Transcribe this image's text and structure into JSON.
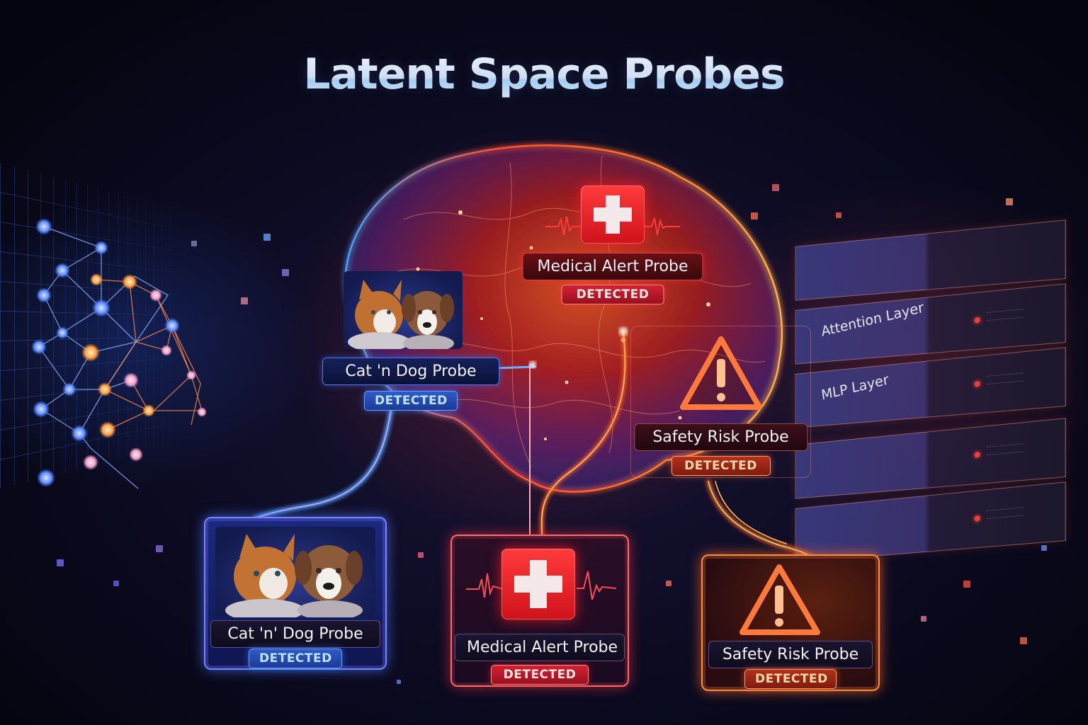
{
  "title": "Latent Space Probes",
  "colors": {
    "background": "#0c0b22",
    "title_gradient_top": "#f4f6fb",
    "title_gradient_accent": "#a9d2f2",
    "blue_accent": "#4f78ee",
    "red_accent": "#e8202e",
    "orange_accent": "#ff6a28"
  },
  "layer_stack": {
    "layers": [
      {
        "label": ""
      },
      {
        "label": "Attention Layer"
      },
      {
        "label": "MLP Layer"
      },
      {
        "label": ""
      },
      {
        "label": ""
      }
    ]
  },
  "brain_probes": [
    {
      "label": "Cat 'n Dog Probe",
      "status": "DETECTED",
      "icon": "cat-dog-photo",
      "theme": "blue"
    },
    {
      "label": "Medical Alert Probe",
      "status": "DETECTED",
      "icon": "medical-cross-icon",
      "theme": "red"
    },
    {
      "label": "Safety Risk Probe",
      "status": "DETECTED",
      "icon": "warning-triangle-icon",
      "theme": "orange"
    }
  ],
  "output_cards": [
    {
      "label": "Cat 'n' Dog Probe",
      "status": "DETECTED",
      "icon": "cat-dog-photo",
      "theme": "blue"
    },
    {
      "label": "Medical Alert Probe",
      "status": "DETECTED",
      "icon": "medical-cross-icon",
      "theme": "red"
    },
    {
      "label": "Safety Risk Probe",
      "status": "DETECTED",
      "icon": "warning-triangle-icon",
      "theme": "orange"
    }
  ]
}
